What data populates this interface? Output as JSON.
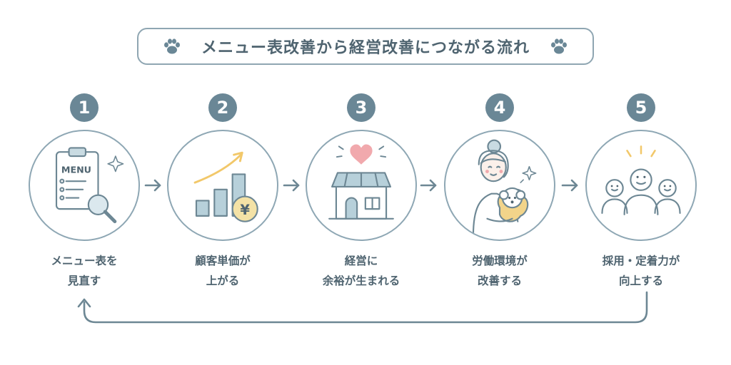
{
  "title": "メニュー表改善から経営改善につながる流れ",
  "steps": [
    {
      "number": "1",
      "line1": "メニュー表を",
      "line2": "見直す",
      "menu_text": "MENU",
      "icon": "clipboard-menu-icon"
    },
    {
      "number": "2",
      "line1": "顧客単価が",
      "line2": "上がる",
      "yen_text": "¥",
      "icon": "rising-bar-chart-icon"
    },
    {
      "number": "3",
      "line1": "経営に",
      "line2": "余裕が生まれる",
      "icon": "shop-with-heart-icon"
    },
    {
      "number": "4",
      "line1": "労働環境が",
      "line2": "改善する",
      "icon": "woman-holding-dog-icon"
    },
    {
      "number": "5",
      "line1": "採用・定着力が",
      "line2": "向上する",
      "icon": "happy-team-icon"
    }
  ],
  "colors": {
    "primary": "#6a8796",
    "stroke": "#6d8794",
    "accent_pink": "#f1a9ad",
    "accent_gold": "#f2d48a",
    "fill_blue": "#b7d0da"
  }
}
